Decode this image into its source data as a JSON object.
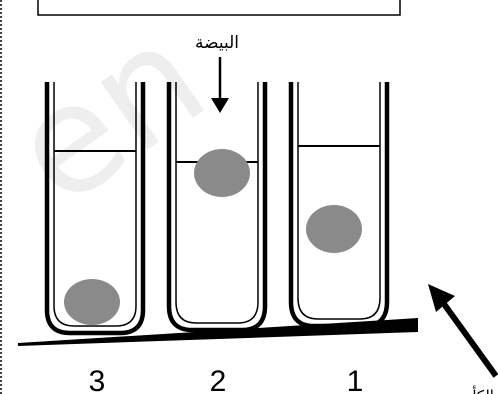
{
  "labels": {
    "egg": "البيضة",
    "bottom_partial": "الكأس"
  },
  "tubes": [
    {
      "number": "3"
    },
    {
      "number": "2"
    },
    {
      "number": "1"
    }
  ],
  "colors": {
    "egg_fill": "#8a8a8a",
    "stroke": "#000000",
    "page_border": "#000000",
    "watermark": "#eeeeee"
  }
}
